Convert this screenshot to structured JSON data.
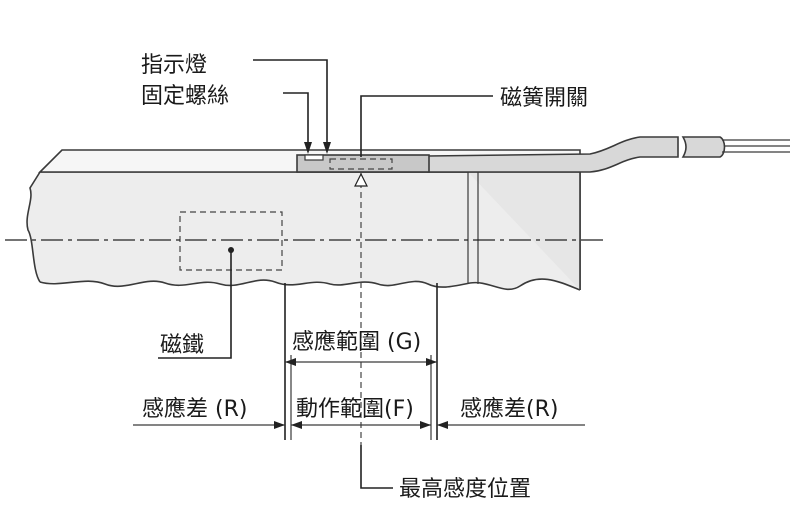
{
  "labels": {
    "indicator": "指示燈",
    "fixing_screw": "固定螺絲",
    "reed_switch": "磁簧開關",
    "magnet": "磁鐵",
    "sensing_range": "感應範圍 (G)",
    "operating_range": "動作範圍(F)",
    "hysteresis_left": "感應差 (R)",
    "hysteresis_right": "感應差(R)",
    "max_sensitivity": "最高感度位置"
  }
}
